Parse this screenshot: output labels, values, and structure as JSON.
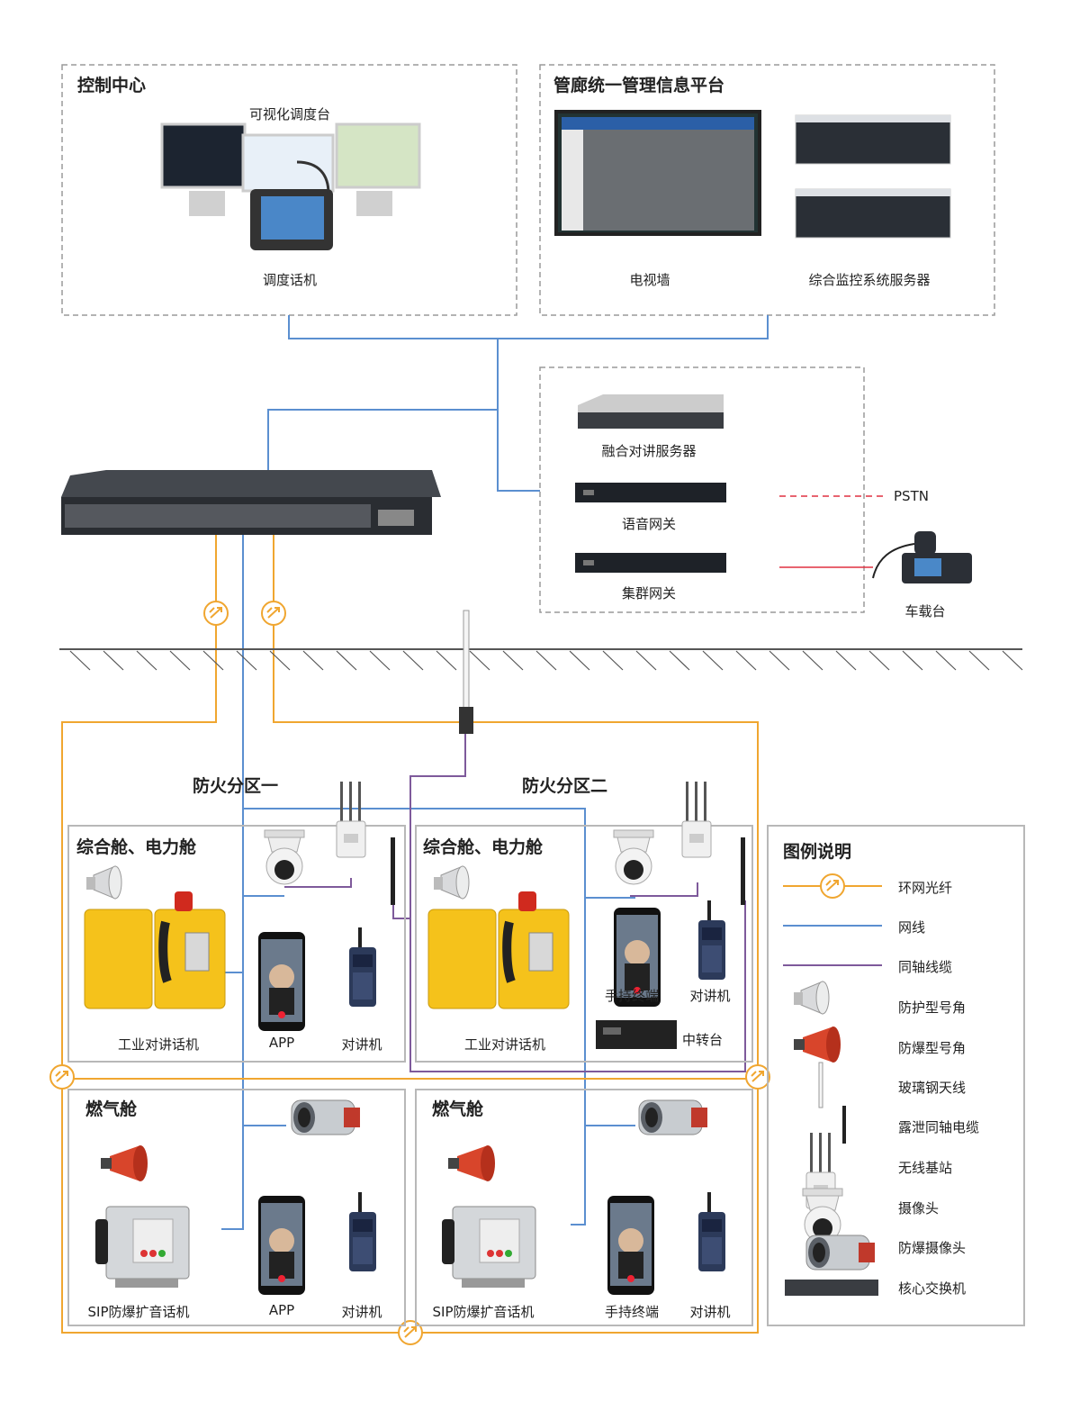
{
  "control_center": {
    "title": "控制中心",
    "visual_console": "可视化调度台",
    "dispatch_phone": "调度话机"
  },
  "platform": {
    "title": "管廊统一管理信息平台",
    "tv_wall": "电视墙",
    "monitor_server": "综合监控系统服务器"
  },
  "server_room": {
    "fusion_server": "融合对讲服务器",
    "voice_gateway": "语音网关",
    "trunk_gateway": "集群网关",
    "pstn": "PSTN",
    "vehicle_radio": "车载台"
  },
  "zones": {
    "zone1_title": "防火分区一",
    "zone2_title": "防火分区二"
  },
  "cabins": {
    "zone1_power": {
      "title": "综合舱、电力舱",
      "intercom_phone": "工业对讲话机",
      "app": "APP",
      "walkie": "对讲机"
    },
    "zone2_power": {
      "title": "综合舱、电力舱",
      "intercom_phone": "工业对讲话机",
      "handheld": "手持终端",
      "walkie": "对讲机",
      "relay": "中转台"
    },
    "zone1_gas": {
      "title": "燃气舱",
      "sip_phone": "SIP防爆扩音话机",
      "app": "APP",
      "walkie": "对讲机"
    },
    "zone2_gas": {
      "title": "燃气舱",
      "sip_phone": "SIP防爆扩音话机",
      "handheld": "手持终端",
      "walkie": "对讲机"
    }
  },
  "legend": {
    "title": "图例说明",
    "items": [
      {
        "label": "环网光纤",
        "icon": "fiber-ring-icon"
      },
      {
        "label": "网线",
        "icon": "network-cable-icon"
      },
      {
        "label": "同轴线缆",
        "icon": "coax-cable-icon"
      },
      {
        "label": "防护型号角",
        "icon": "protective-horn-icon"
      },
      {
        "label": "防爆型号角",
        "icon": "explosion-proof-horn-icon"
      },
      {
        "label": "玻璃钢天线",
        "icon": "frp-antenna-icon"
      },
      {
        "label": "露泄同轴电缆",
        "icon": "leaky-coax-icon"
      },
      {
        "label": "无线基站",
        "icon": "wireless-base-station-icon"
      },
      {
        "label": "摄像头",
        "icon": "camera-icon"
      },
      {
        "label": "防爆摄像头",
        "icon": "explosion-proof-camera-icon"
      },
      {
        "label": "核心交换机",
        "icon": "core-switch-icon"
      }
    ]
  },
  "colors": {
    "fiber": "#f0a630",
    "network": "#5b8fd0",
    "coax": "#7e5a9b",
    "pstn": "#e03040",
    "dashed_border": "#9a9a9a",
    "solid_border": "#b8b8b8"
  }
}
